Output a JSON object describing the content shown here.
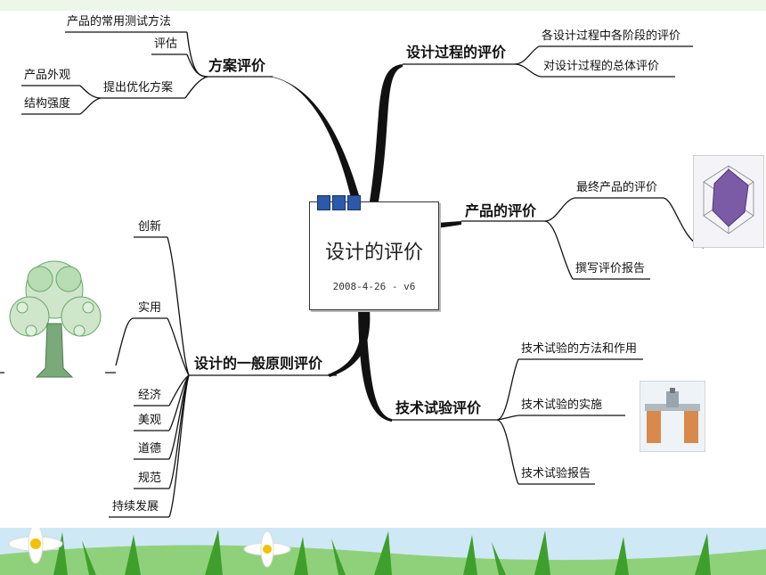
{
  "central": {
    "title": "设计的评价",
    "date": "2008-4-26 - v6"
  },
  "branches": {
    "scheme": {
      "label": "方案评价",
      "children": [
        "产品的常用测试方法",
        "评估",
        "提出优化方案"
      ],
      "optimize_children": [
        "产品外观",
        "结构强度"
      ]
    },
    "process": {
      "label": "设计过程的评价",
      "children": [
        "各设计过程中各阶段的评价",
        "对设计过程的总体评价"
      ]
    },
    "product": {
      "label": "产品的评价",
      "children": [
        "最终产品的评价",
        "撰写评价报告"
      ]
    },
    "general": {
      "label": "设计的一般原则评价",
      "children": [
        "创新",
        "实用",
        "经济",
        "美观",
        "道德",
        "规范",
        "持续发展"
      ]
    },
    "tech": {
      "label": "技术试验评价",
      "children": [
        "技术试验的方法和作用",
        "技术试验的实施",
        "技术试验报告"
      ]
    }
  },
  "colors": {
    "line": "#111111",
    "box_square": "#2d5aa8",
    "grass": "#3f9f2c",
    "sky": "#cfe8f6"
  }
}
